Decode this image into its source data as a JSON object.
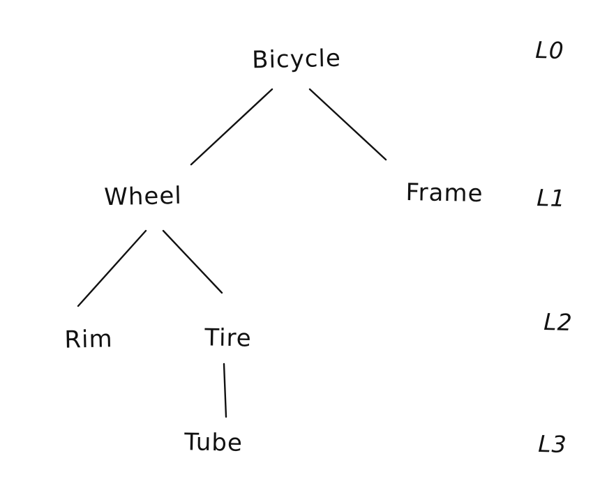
{
  "diagram": {
    "type": "tree",
    "ink_color": "#111111",
    "background_color": "#ffffff",
    "nodes": [
      {
        "id": "bicycle",
        "label": "Bicycle",
        "level": 0
      },
      {
        "id": "wheel",
        "label": "Wheel",
        "level": 1
      },
      {
        "id": "frame",
        "label": "Frame",
        "level": 1
      },
      {
        "id": "rim",
        "label": "Rim",
        "level": 2
      },
      {
        "id": "tire",
        "label": "Tire",
        "level": 2
      },
      {
        "id": "tube",
        "label": "Tube",
        "level": 3
      }
    ],
    "edges": [
      {
        "from": "bicycle",
        "to": "wheel"
      },
      {
        "from": "bicycle",
        "to": "frame"
      },
      {
        "from": "wheel",
        "to": "rim"
      },
      {
        "from": "wheel",
        "to": "tire"
      },
      {
        "from": "tire",
        "to": "tube"
      }
    ],
    "level_labels": [
      {
        "label": "L0"
      },
      {
        "label": "L1"
      },
      {
        "label": "L2"
      },
      {
        "label": "L3"
      }
    ]
  }
}
